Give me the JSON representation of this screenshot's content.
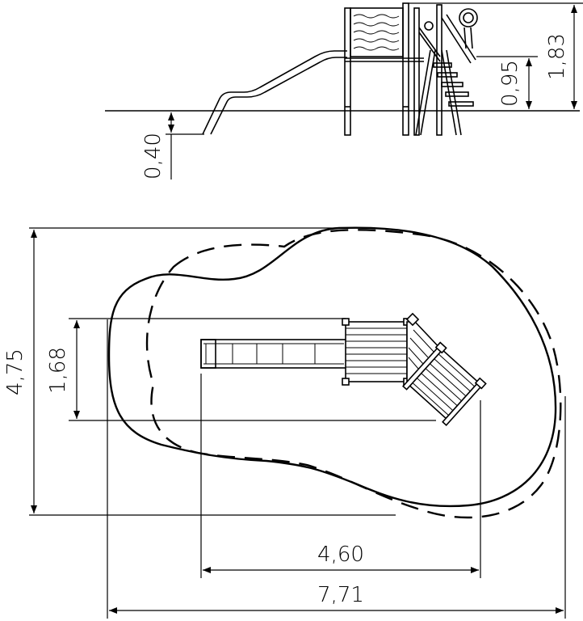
{
  "elevation_view": {
    "dimensions": {
      "total_height": "1,83",
      "platform_height": "0,95",
      "foundation_depth": "0,40"
    }
  },
  "plan_view": {
    "dimensions": {
      "safety_area_depth": "4,75",
      "equipment_depth": "1,68",
      "equipment_length": "4,60",
      "safety_area_length": "7,71"
    }
  }
}
